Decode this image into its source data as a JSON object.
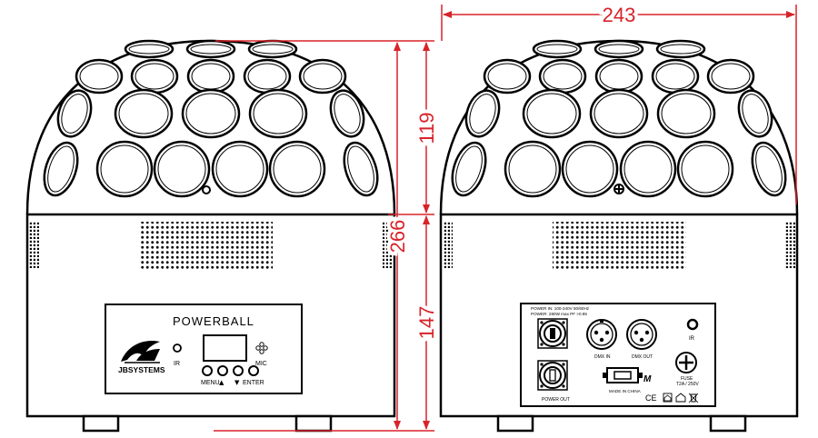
{
  "dimensions": {
    "width": "243",
    "total_height": "266",
    "dome_height": "119",
    "base_height": "147"
  },
  "front_panel": {
    "product_name": "POWERBALL",
    "brand": "JBSYSTEMS",
    "ir_label": "IR",
    "mic_label": "MIC",
    "menu_label": "MENU",
    "up_label": "▲",
    "down_label": "▼",
    "enter_label": "ENTER"
  },
  "rear_panel": {
    "power_in_spec": "POWER IN: 100-240V 50/60Hz",
    "power_spec": "POWER: 280W max   PF >0.95",
    "dmx_in_label": "DMX IN",
    "dmx_out_label": "DMX OUT",
    "ir_label": "IR",
    "power_out_label": "POWER OUT",
    "made_in_label": "MADE IN CHINA",
    "fuse_label": "FUSE",
    "fuse_spec": "T2A / 250V",
    "ce_mark": "CE",
    "logo_text": "M"
  },
  "colors": {
    "dimension": "#d8232a",
    "line": "#000000",
    "panel_fill": "#ffffff"
  }
}
